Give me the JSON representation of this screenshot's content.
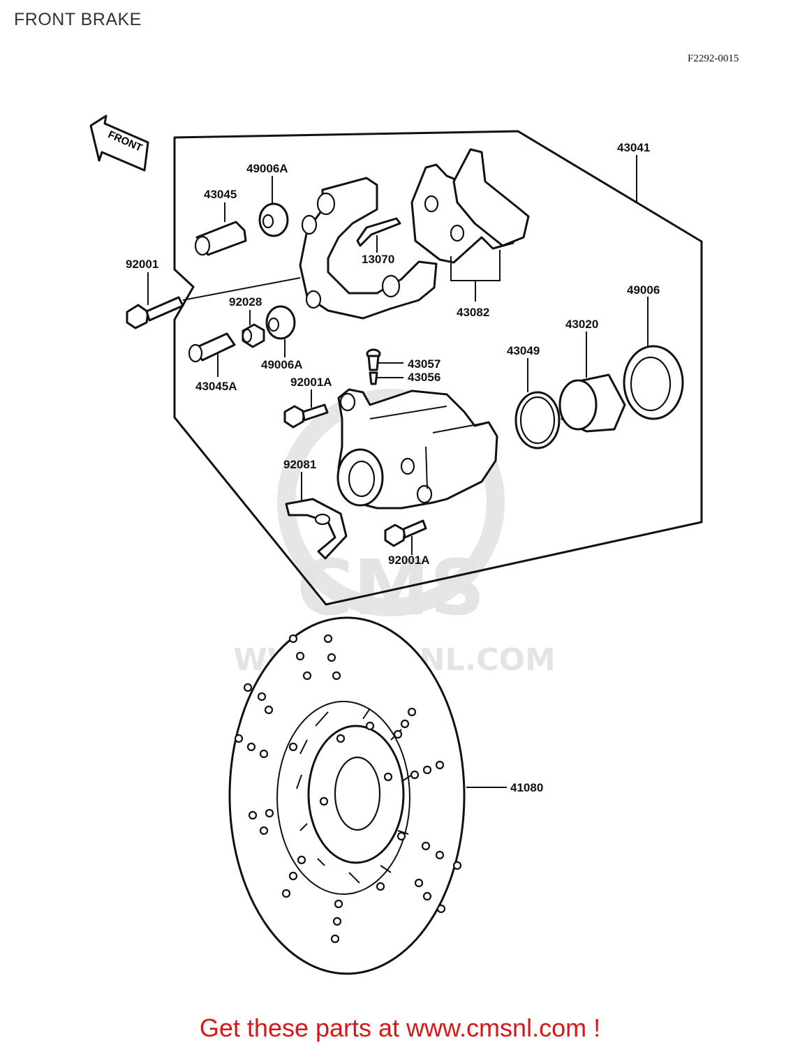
{
  "page": {
    "title": "FRONT BRAKE",
    "diagram_code": "F2292-0015",
    "cta_text": "Get these parts at www.cmsnl.com !"
  },
  "watermark": {
    "logo_text": "CMS",
    "url_text": "WWW.CMSNL.COM"
  },
  "direction_arrow": {
    "label": "FRONT"
  },
  "parts": {
    "p43041": "43041",
    "p49006A_top": "49006A",
    "p43045": "43045",
    "p13070": "13070",
    "p43082": "43082",
    "p92001": "92001",
    "p92028": "92028",
    "p49006A_bottom": "49006A",
    "p43045A": "43045A",
    "p43057": "43057",
    "p43056": "43056",
    "p92001A_top": "92001A",
    "p43049": "43049",
    "p43020": "43020",
    "p49006": "49006",
    "p92081": "92081",
    "p92001A_bottom": "92001A",
    "p41080": "41080"
  },
  "colors": {
    "cta": "#d61818",
    "line": "#111111",
    "watermark": "#e4e4e4"
  }
}
